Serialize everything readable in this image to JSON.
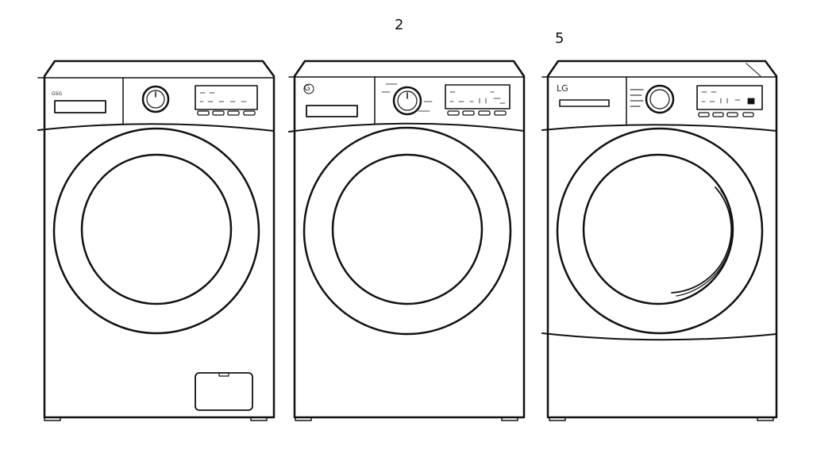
{
  "labels": {
    "washer_2": "2",
    "washer_3": "5"
  },
  "washers": [
    {
      "id": "washer-1",
      "brand_text": "GSG"
    },
    {
      "id": "washer-2",
      "brand_text": "G"
    },
    {
      "id": "washer-3",
      "brand_text": "LG"
    }
  ],
  "colors": {
    "line": "#111111",
    "background": "#ffffff"
  }
}
